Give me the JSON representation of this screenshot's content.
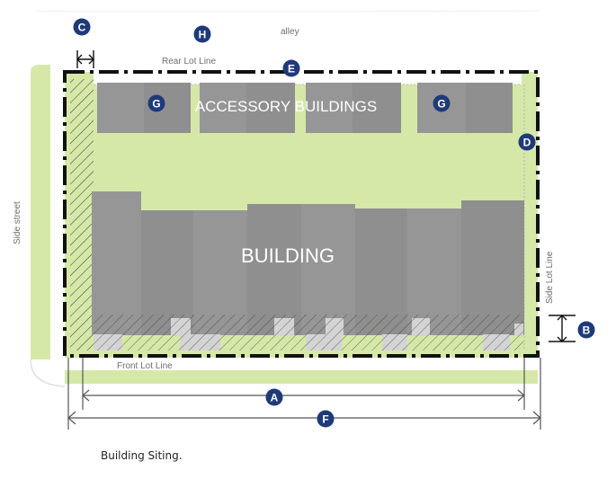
{
  "labels": {
    "alley": "alley",
    "rear_lot_line": "Rear Lot Line",
    "front_lot_line": "Front Lot Line",
    "side_street": "Side street",
    "side_lot_line": "Side Lot Line",
    "accessory_buildings": "ACCESSORY BUILDINGS",
    "building": "BUILDING"
  },
  "badges": {
    "a": "A",
    "b": "B",
    "c": "C",
    "d": "D",
    "e": "E",
    "f": "F",
    "g": "G",
    "h": "H"
  },
  "caption": "Building Siting.",
  "colors": {
    "lot_green": "#d6e8a8",
    "building_gray": "#969696",
    "badge_navy": "#1f3a7a",
    "line_black": "#111111"
  }
}
